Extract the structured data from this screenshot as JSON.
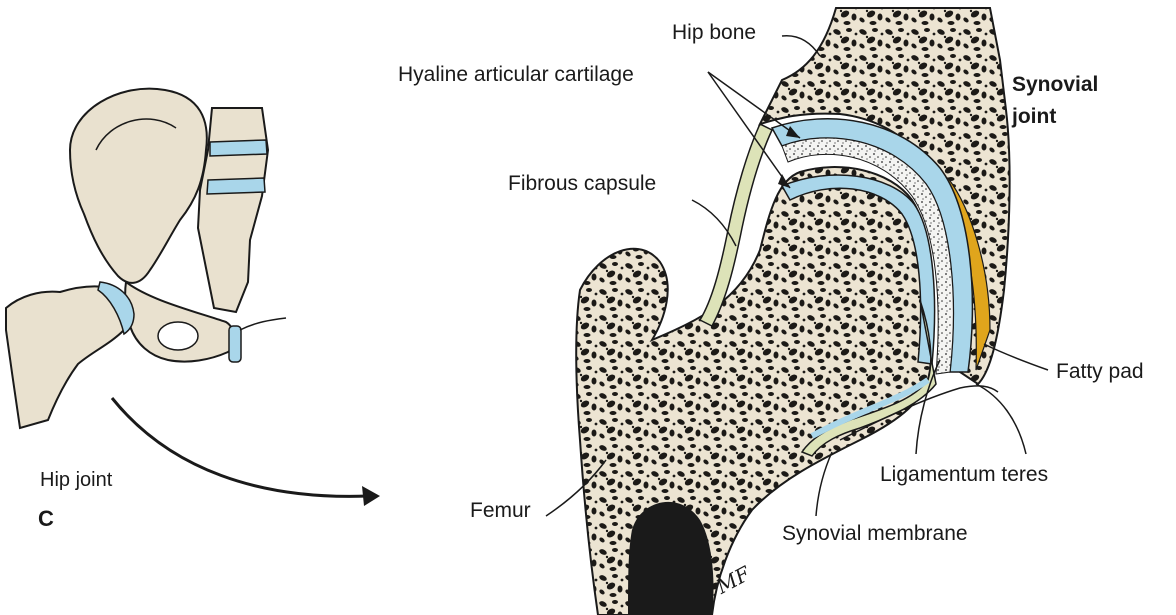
{
  "labels": {
    "hip_bone": "Hip bone",
    "hyaline_cartilage": "Hyaline articular cartilage",
    "fibrous_capsule": "Fibrous capsule",
    "synovial_joint_line1": "Synovial",
    "synovial_joint_line2": "joint",
    "fatty_pad": "Fatty pad",
    "ligamentum_teres": "Ligamentum teres",
    "synovial_membrane": "Synovial membrane",
    "femur": "Femur",
    "hip_joint": "Hip joint",
    "panel_letter": "C"
  },
  "signature": "MF",
  "colors": {
    "bone": "#e9e1cf",
    "cartilage": "#a9d6ea",
    "fatty_pad": "#e0a51c",
    "synovial_tissue": "#dde3b8",
    "ink": "#1a1a1a"
  }
}
